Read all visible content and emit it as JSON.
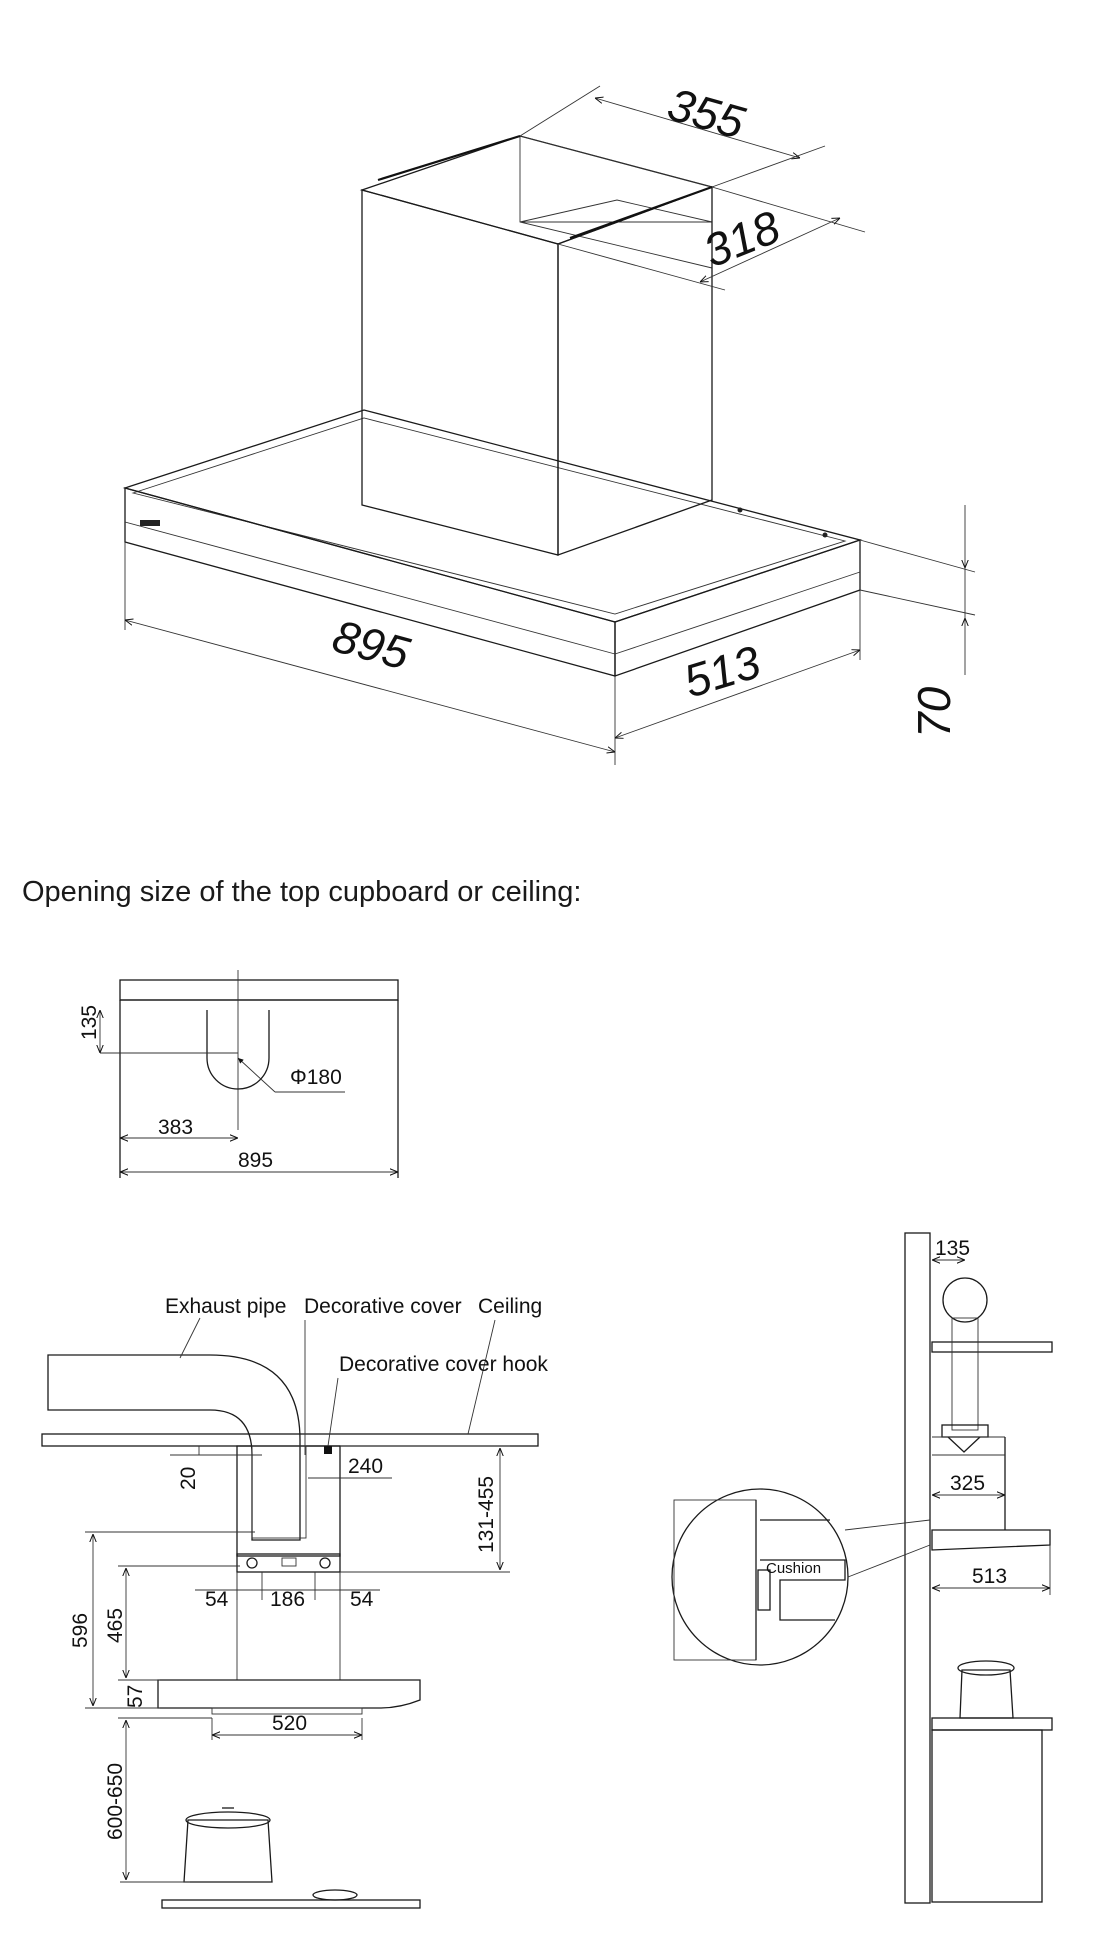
{
  "heading": "Opening size of the top cupboard or ceiling:",
  "hood_3d": {
    "duct_width": "355",
    "duct_depth": "318",
    "width": "895",
    "depth": "513",
    "height": "70"
  },
  "opening_plan": {
    "offset_depth": "135",
    "hole_diameter": "Φ180",
    "hole_offset": "383",
    "width": "895"
  },
  "front_view": {
    "label_exhaust_pipe": "Exhaust pipe",
    "label_decorative_cover": "Decorative cover",
    "label_ceiling": "Ceiling",
    "label_cover_hook": "Decorative cover hook",
    "dim_20": "20",
    "dim_240": "240",
    "dim_131_455": "131-455",
    "dim_54_left": "54",
    "dim_186": "186",
    "dim_54_right": "54",
    "dim_596": "596",
    "dim_465": "465",
    "dim_57": "57",
    "dim_520": "520",
    "dim_600_650": "600-650"
  },
  "side_view": {
    "dim_135": "135",
    "dim_325": "325",
    "dim_513": "513",
    "label_cushion": "Cushion"
  }
}
